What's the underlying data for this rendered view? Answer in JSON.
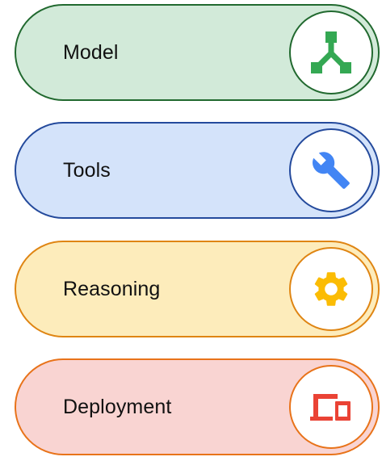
{
  "items": [
    {
      "label": "Model",
      "icon": "model-tree-icon",
      "fill": "#d2ead9",
      "border": "#21692f",
      "icon_color": "#34a853"
    },
    {
      "label": "Tools",
      "icon": "wrench-icon",
      "fill": "#d4e3fa",
      "border": "#244a9c",
      "icon_color": "#4285f4"
    },
    {
      "label": "Reasoning",
      "icon": "gear-icon",
      "fill": "#fdecbb",
      "border": "#df8513",
      "icon_color": "#fbbc04"
    },
    {
      "label": "Deployment",
      "icon": "devices-icon",
      "fill": "#f9d4d2",
      "border": "#e8731a",
      "icon_color": "#ea4335"
    }
  ]
}
